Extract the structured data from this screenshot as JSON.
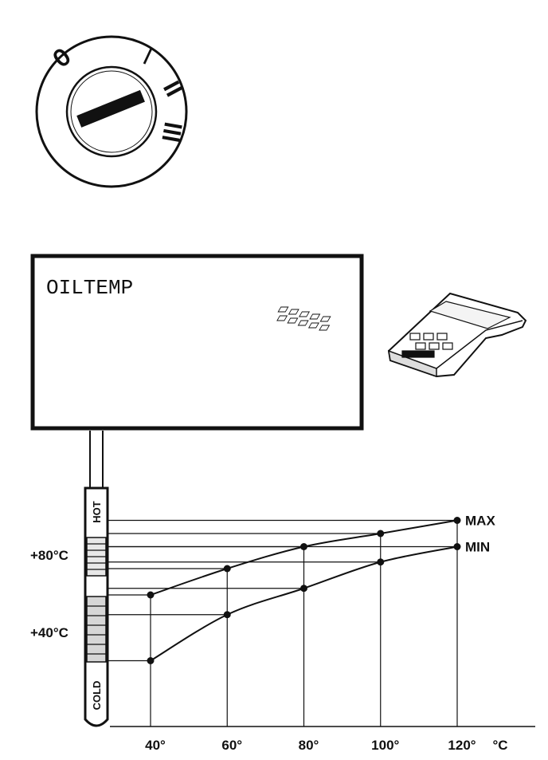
{
  "ignition_switch": {
    "positions": [
      "0",
      "I",
      "II",
      "III"
    ]
  },
  "display": {
    "text": "OILTEMP"
  },
  "dipstick": {
    "hot_label": "HOT",
    "cold_label": "COLD",
    "mark_upper": "+80°C",
    "mark_lower": "+40°C"
  },
  "chart_data": {
    "type": "line",
    "x": [
      40,
      60,
      80,
      100,
      120
    ],
    "x_tick_labels": [
      "40°",
      "60°",
      "80°",
      "100°",
      "120°"
    ],
    "x_unit": "°C",
    "xlim": [
      30,
      140
    ],
    "ylim": [
      0,
      100
    ],
    "series": [
      {
        "name": "MAX",
        "values": [
          60,
          72,
          82,
          88,
          94
        ]
      },
      {
        "name": "MIN",
        "values": [
          30,
          51,
          63,
          75,
          82
        ]
      }
    ]
  }
}
